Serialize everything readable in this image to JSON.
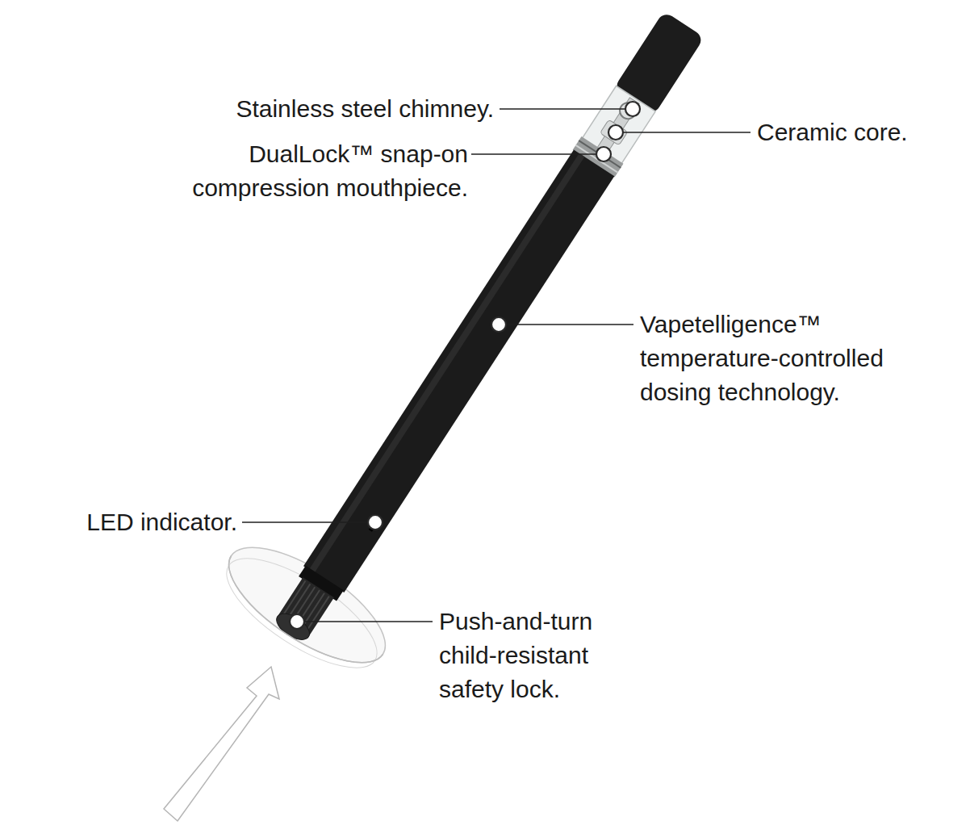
{
  "diagram": {
    "labels": [
      "Stainless steel chimney.",
      "Ceramic core.",
      "DualLock™ snap-on compression mouthpiece.",
      "Vapetelligence™ temperature-controlled dosing technology.",
      "LED indicator.",
      "Push-and-turn child-resistant safety lock."
    ]
  }
}
